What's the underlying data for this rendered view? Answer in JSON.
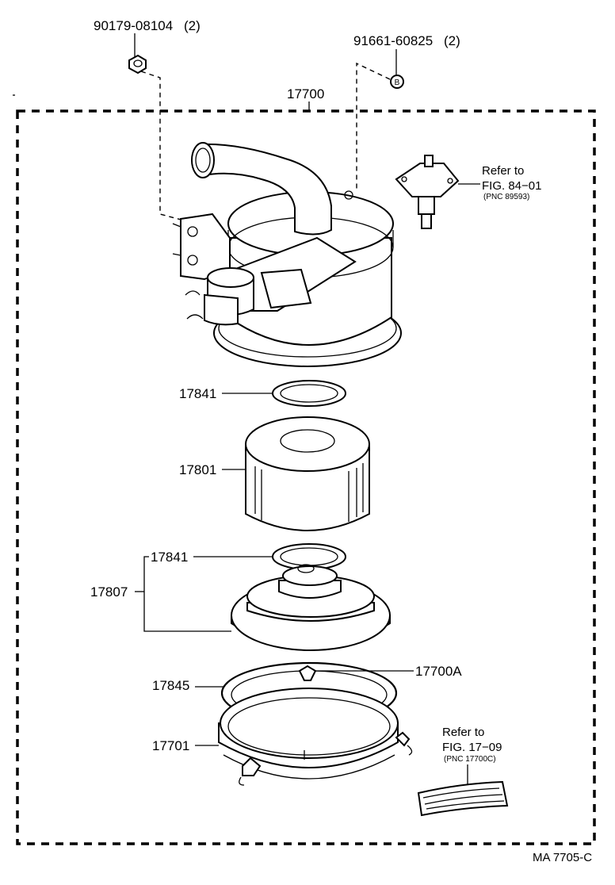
{
  "parts": {
    "bolt": "90179-08104",
    "bolt_qty": "(2)",
    "clamp_b": "91661-60825",
    "clamp_b_qty": "(2)",
    "b_marker": "B",
    "assembly": "17700",
    "gasket_top": "17841",
    "element": "17801",
    "gasket_cap": "17841",
    "cap_assembly": "17807",
    "clamp_a": "17700A",
    "gasket_case": "17845",
    "case": "17701"
  },
  "refs": {
    "ref1_line1": "Refer to",
    "ref1_line2": "FIG. 84−01",
    "ref1_pnc": "(PNC 89593)",
    "ref2_line1": "Refer to",
    "ref2_line2": "FIG. 17−09",
    "ref2_pnc": "(PNC 17700C)"
  },
  "footer": {
    "code": "MA 7705-C"
  }
}
